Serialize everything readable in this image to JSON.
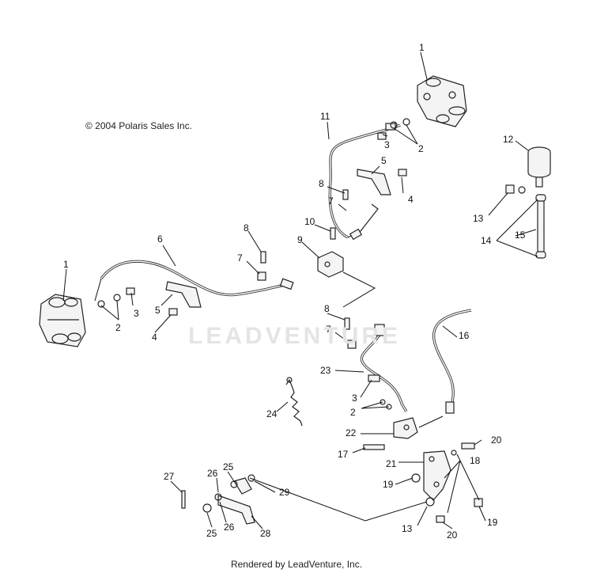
{
  "copyright": "© 2004 Polaris Sales Inc.",
  "rendered_by": "Rendered by LeadVenture, Inc.",
  "watermark": "LEADVENTURE",
  "callouts": [
    {
      "key": "c1a",
      "label": "1"
    },
    {
      "key": "c1b",
      "label": "1"
    },
    {
      "key": "c2a",
      "label": "2"
    },
    {
      "key": "c2b",
      "label": "2"
    },
    {
      "key": "c2c",
      "label": "2"
    },
    {
      "key": "c3a",
      "label": "3"
    },
    {
      "key": "c3b",
      "label": "3"
    },
    {
      "key": "c3c",
      "label": "3"
    },
    {
      "key": "c4a",
      "label": "4"
    },
    {
      "key": "c4b",
      "label": "4"
    },
    {
      "key": "c5a",
      "label": "5"
    },
    {
      "key": "c5b",
      "label": "5"
    },
    {
      "key": "c6",
      "label": "6"
    },
    {
      "key": "c7a",
      "label": "7"
    },
    {
      "key": "c7b",
      "label": "7"
    },
    {
      "key": "c7c",
      "label": "7"
    },
    {
      "key": "c8a",
      "label": "8"
    },
    {
      "key": "c8b",
      "label": "8"
    },
    {
      "key": "c8c",
      "label": "8"
    },
    {
      "key": "c9",
      "label": "9"
    },
    {
      "key": "c10",
      "label": "10"
    },
    {
      "key": "c11",
      "label": "11"
    },
    {
      "key": "c12",
      "label": "12"
    },
    {
      "key": "c13a",
      "label": "13"
    },
    {
      "key": "c13b",
      "label": "13"
    },
    {
      "key": "c14",
      "label": "14"
    },
    {
      "key": "c15",
      "label": "15"
    },
    {
      "key": "c16",
      "label": "16"
    },
    {
      "key": "c17",
      "label": "17"
    },
    {
      "key": "c18",
      "label": "18"
    },
    {
      "key": "c19a",
      "label": "19"
    },
    {
      "key": "c19b",
      "label": "19"
    },
    {
      "key": "c20a",
      "label": "20"
    },
    {
      "key": "c20b",
      "label": "20"
    },
    {
      "key": "c21",
      "label": "21"
    },
    {
      "key": "c22",
      "label": "22"
    },
    {
      "key": "c23",
      "label": "23"
    },
    {
      "key": "c24",
      "label": "24"
    },
    {
      "key": "c25a",
      "label": "25"
    },
    {
      "key": "c25b",
      "label": "25"
    },
    {
      "key": "c26a",
      "label": "26"
    },
    {
      "key": "c26b",
      "label": "26"
    },
    {
      "key": "c27",
      "label": "27"
    },
    {
      "key": "c28",
      "label": "28"
    },
    {
      "key": "c29",
      "label": "29"
    }
  ]
}
